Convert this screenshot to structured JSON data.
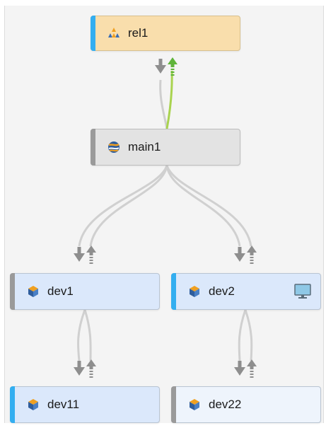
{
  "graph": {
    "nodes": [
      {
        "id": "rel1",
        "label": "rel1",
        "icon": "release-triangle-icon",
        "bar_color": "#33aef0",
        "bg_color": "#f9deac"
      },
      {
        "id": "main1",
        "label": "main1",
        "icon": "mainline-globe-icon",
        "bar_color": "#9a9a9a",
        "bg_color": "#e3e3e3"
      },
      {
        "id": "dev1",
        "label": "dev1",
        "icon": "development-cube-icon",
        "bar_color": "#9a9a9a",
        "bg_color": "#dbe8fb"
      },
      {
        "id": "dev2",
        "label": "dev2",
        "icon": "development-cube-icon",
        "bar_color": "#33aef0",
        "bg_color": "#dbe8fb",
        "trailing_icon": "workspace-monitor-icon"
      },
      {
        "id": "dev11",
        "label": "dev11",
        "icon": "development-cube-icon",
        "bar_color": "#33aef0",
        "bg_color": "#dbe8fb"
      },
      {
        "id": "dev22",
        "label": "dev22",
        "icon": "development-cube-icon",
        "bar_color": "#9a9a9a",
        "bg_color": "#eef4fc"
      }
    ],
    "links": [
      {
        "from": "main1",
        "to": "rel1",
        "merge_down_color": "#8e8e8e",
        "copy_up_color": "#5fb43a"
      },
      {
        "from": "dev1",
        "to": "main1",
        "merge_down_color": "#8e8e8e",
        "copy_up_color": "#8e8e8e"
      },
      {
        "from": "dev2",
        "to": "main1",
        "merge_down_color": "#8e8e8e",
        "copy_up_color": "#8e8e8e"
      },
      {
        "from": "dev11",
        "to": "dev1",
        "merge_down_color": "#8e8e8e",
        "copy_up_color": "#8e8e8e"
      },
      {
        "from": "dev22",
        "to": "dev2",
        "merge_down_color": "#8e8e8e",
        "copy_up_color": "#8e8e8e"
      }
    ]
  },
  "colors": {
    "link_line": "#cfcfcf",
    "link_highlight": "#a9d34f",
    "arrow_gray": "#8e8e8e",
    "arrow_green": "#5fb43a"
  }
}
